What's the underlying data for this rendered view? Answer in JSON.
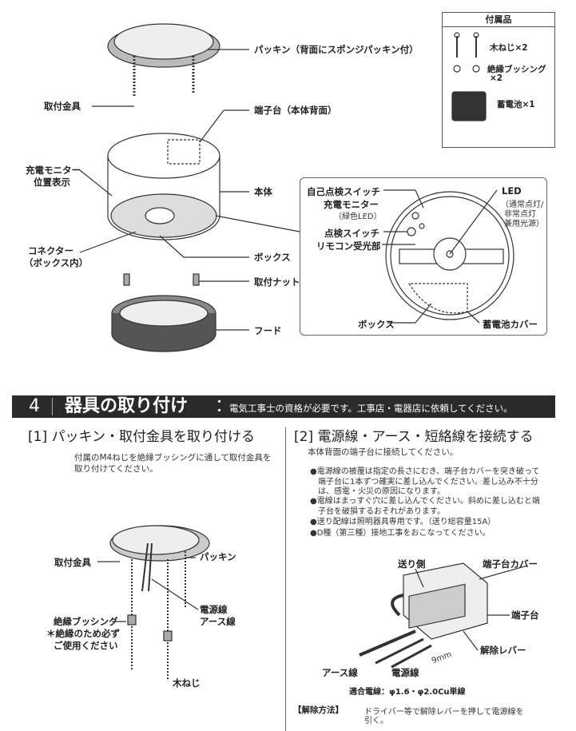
{
  "top": {
    "packing": "パッキン（背面にスポンジパッキン付）",
    "bracket": "取付金具",
    "terminal": "端子台（本体背面）",
    "monitor_pos": [
      "充電モニター",
      "位置表示"
    ],
    "body": "本体",
    "connector": [
      "コネクター",
      "（ボックス内）"
    ],
    "box": "ボックス",
    "nut": "取付ナット",
    "hood": "フード"
  },
  "accessories": {
    "title": "付属品",
    "items": [
      "木ねじ×2",
      "絶縁ブッシング",
      "×2",
      "蓄電池×1"
    ]
  },
  "detail": {
    "self_check": "自己点検スイッチ",
    "charge_monitor": "充電モニター",
    "green_led": "（緑色LED）",
    "check_switch": "点検スイッチ",
    "remote": "リモコン受光部",
    "led": "LED",
    "led_note": [
      "（通常点灯/",
      "非常点灯",
      "兼用光源）"
    ],
    "box": "ボックス",
    "battery_cover": "蓄電池カバー"
  },
  "section4": {
    "number": "4",
    "title": "器具の取り付け",
    "colon": "：",
    "note": "電気工事士の資格が必要です。工事店・電器店に依頼してください。"
  },
  "step1": {
    "heading": "[1] パッキン・取付金具を取り付ける",
    "text": [
      "付属のM4ねじを絶縁ブッシングに通して取付金具を",
      "取り付けてください。"
    ],
    "labels": {
      "bracket": "取付金具",
      "packing": "パッキン",
      "power": [
        "電源線",
        "アース線"
      ],
      "bushing": [
        "絶縁ブッシング",
        "＊絶縁のため必ず",
        "ご使用ください"
      ],
      "screw": "木ねじ"
    }
  },
  "step2": {
    "heading": "[2] 電源線・アース・短絡線を接続する",
    "intro": "本体背面の端子台に接続してください。",
    "bullets": [
      "●電源線の被覆は指定の長さにむき、端子台カバーを突き破って端子台に1本ずつ確実に差し込んでください。差し込み不十分は、感電・火災の原因になります。",
      "●電線はまっすぐ穴に差し込んでください。斜めに差し込むと端子台を破損するおそれがあります。",
      "●送り配線は照明器具専用です。（送り総容量15A）",
      "●D種（第三種）接地工事をおこなってください。"
    ],
    "labels": {
      "feed": "送り側",
      "cover": "端子台カバー",
      "terminal": "端子台",
      "lever": "解除レバー",
      "strip": "9mm",
      "earth": "アース線",
      "power": "電源線"
    },
    "wire_spec": "適合電線：φ1.6・φ2.0Cu単線",
    "release_label": "【解除方法】",
    "release_text": [
      "ドライバー等で解除レバーを押して電源線を",
      "引く。"
    ]
  }
}
